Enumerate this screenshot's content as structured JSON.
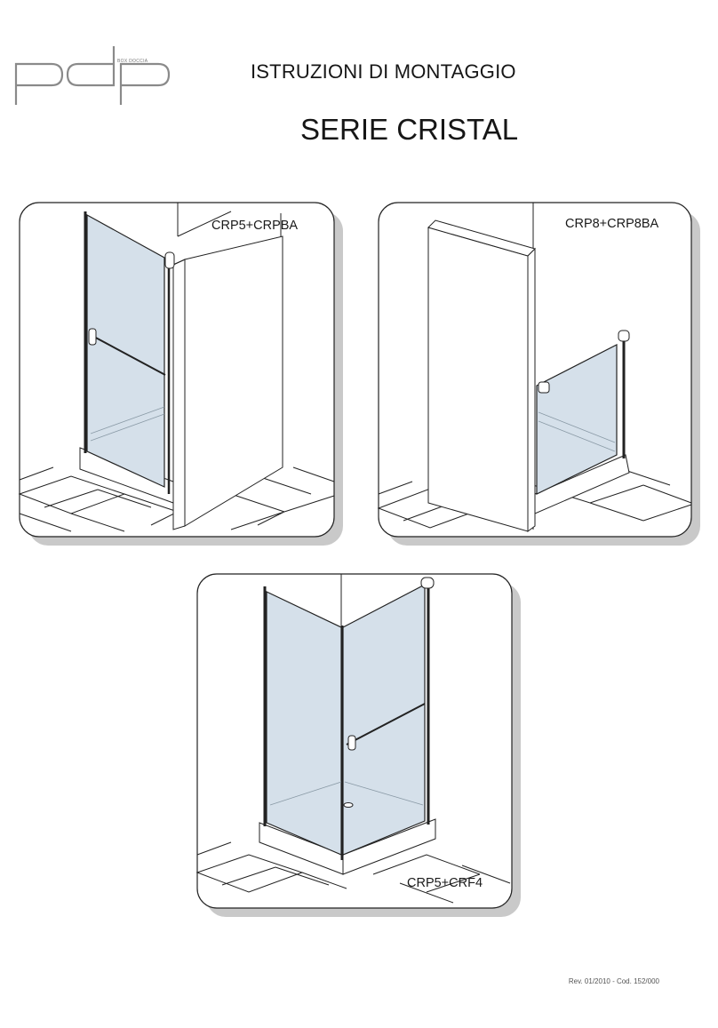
{
  "logo": {
    "small_text": "BOX DOCCIA"
  },
  "header": {
    "document_title": "ISTRUZIONI DI MONTAGGIO",
    "series_title": "SERIE CRISTAL"
  },
  "panels": [
    {
      "model": "CRP5+CRPBA"
    },
    {
      "model": "CRP8+CRP8BA"
    },
    {
      "model": "CRP5+CRF4"
    }
  ],
  "footer": {
    "revision": "Rev. 01/2010 - Cod. 152/000"
  },
  "colors": {
    "glass": "#d5e0ea",
    "shadow": "#c8c8c8",
    "line": "#1a1a1a"
  }
}
